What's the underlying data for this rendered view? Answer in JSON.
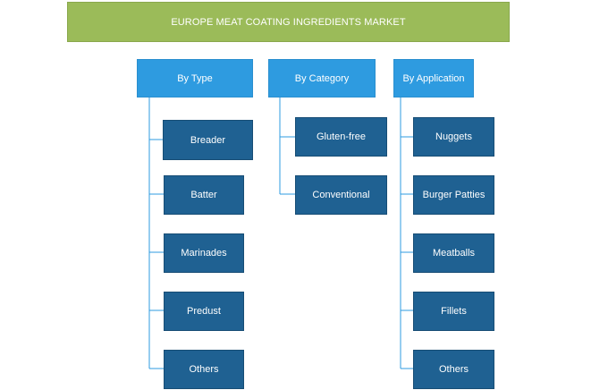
{
  "root": {
    "label": "EUROPE MEAT COATING INGREDIENTS MARKET"
  },
  "columns": [
    {
      "label": "By Type",
      "items": [
        "Breader",
        "Batter",
        "Marinades",
        "Predust",
        "Others"
      ]
    },
    {
      "label": "By Category",
      "items": [
        "Gluten-free",
        "Conventional"
      ]
    },
    {
      "label": "By Application",
      "items": [
        "Nuggets",
        "Burger Patties",
        "Meatballs",
        "Fillets",
        "Others"
      ]
    }
  ],
  "colors": {
    "root": "#9bbb59",
    "category": "#2e9be0",
    "leaf": "#1f6192",
    "line": "#2e9be0"
  }
}
